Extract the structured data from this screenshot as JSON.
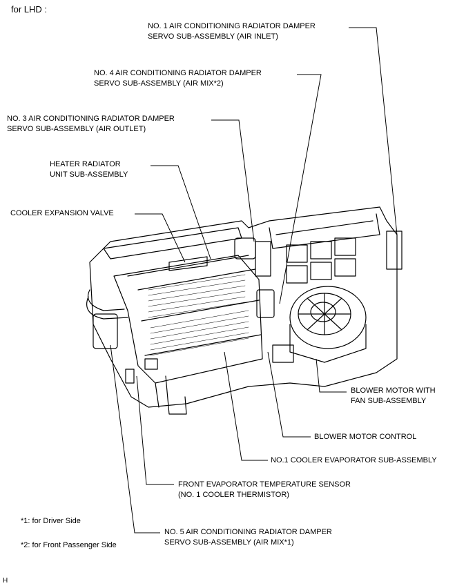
{
  "header": "for LHD :",
  "figure_code": "H",
  "labels": {
    "servo1": [
      "NO. 1 AIR CONDITIONING RADIATOR DAMPER",
      "SERVO SUB-ASSEMBLY (AIR INLET)"
    ],
    "servo4": [
      "NO. 4 AIR CONDITIONING RADIATOR DAMPER",
      "SERVO SUB-ASSEMBLY (AIR MIX*2)"
    ],
    "servo3": [
      "NO. 3 AIR CONDITIONING RADIATOR DAMPER",
      "SERVO SUB-ASSEMBLY (AIR OUTLET)"
    ],
    "heater": [
      "HEATER RADIATOR",
      "UNIT SUB-ASSEMBLY"
    ],
    "valve": [
      "COOLER EXPANSION VALVE"
    ],
    "blower": [
      "BLOWER MOTOR WITH",
      "FAN SUB-ASSEMBLY"
    ],
    "blower_control": [
      "BLOWER MOTOR CONTROL"
    ],
    "evaporator": [
      "NO.1 COOLER EVAPORATOR SUB-ASSEMBLY"
    ],
    "sensor": [
      "FRONT EVAPORATOR TEMPERATURE SENSOR",
      "(NO. 1 COOLER THERMISTOR)"
    ],
    "servo5": [
      "NO. 5 AIR CONDITIONING RADIATOR DAMPER",
      "SERVO SUB-ASSEMBLY (AIR MIX*1)"
    ]
  },
  "footnotes": [
    "*1: for Driver Side",
    "*2: for Front Passenger Side"
  ]
}
